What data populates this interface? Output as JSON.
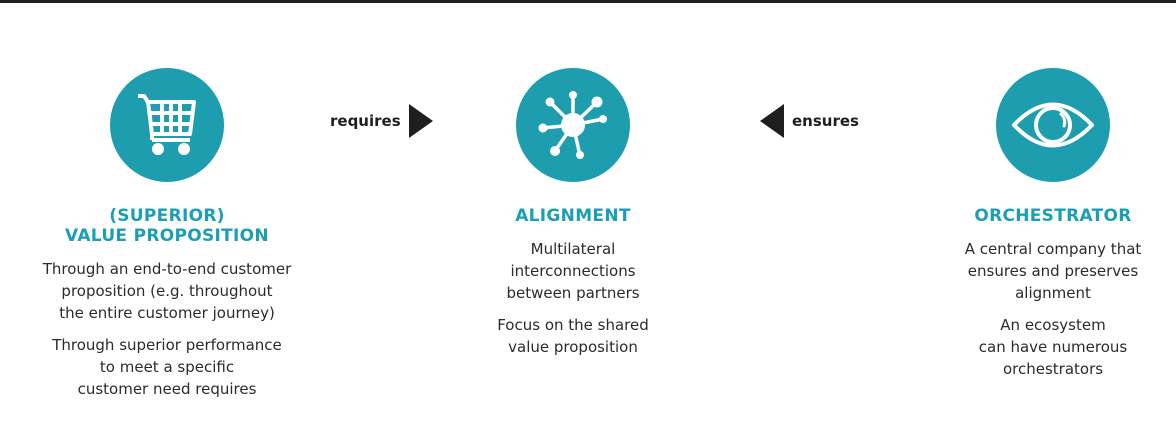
{
  "colors": {
    "accent": "#1e9daf",
    "title": "#1a9fb4",
    "text": "#2b2b2b",
    "rule": "#1f1f1f"
  },
  "connectors": {
    "requires": "requires",
    "ensures": "ensures"
  },
  "columns": {
    "value": {
      "icon": "shopping-cart-icon",
      "title_lines": [
        "(SUPERIOR)",
        "VALUE PROPOSITION"
      ],
      "paragraphs": [
        [
          "Through an end-to-end customer",
          "proposition (e.g. throughout",
          "the entire customer journey)"
        ],
        [
          "Through superior performance",
          "to meet a specific",
          "customer need requires"
        ]
      ]
    },
    "alignment": {
      "icon": "network-icon",
      "title_lines": [
        "ALIGNMENT"
      ],
      "paragraphs": [
        [
          "Multilateral",
          "interconnections",
          "between partners"
        ],
        [
          "Focus on the shared",
          "value proposition"
        ]
      ]
    },
    "orchestrator": {
      "icon": "eye-icon",
      "title_lines": [
        "ORCHESTRATOR"
      ],
      "paragraphs": [
        [
          "A central company that",
          "ensures and preserves",
          "alignment"
        ],
        [
          "An ecosystem",
          "can have numerous",
          "orchestrators"
        ]
      ]
    }
  }
}
